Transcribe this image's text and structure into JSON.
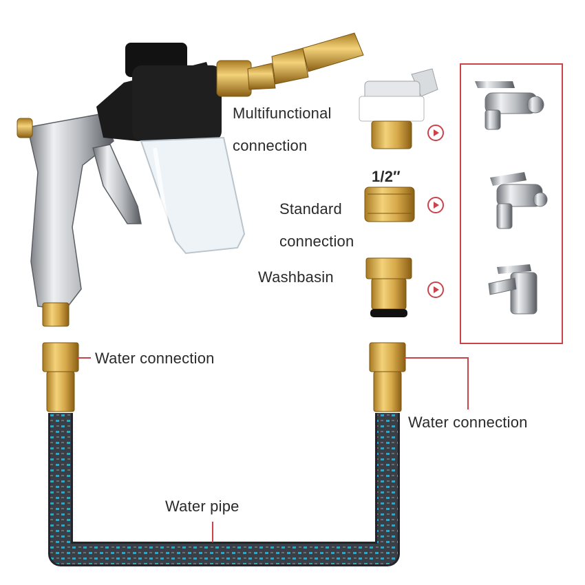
{
  "labels": {
    "multifunctional_1": "Multifunctional",
    "multifunctional_2": "connection",
    "size": "1/2″",
    "standard_1": "Standard",
    "standard_2": "connection",
    "washbasin": "Washbasin",
    "water_connection_left": "Water connection",
    "water_connection_right": "Water connection",
    "water_pipe": "Water pipe"
  },
  "colors": {
    "accent_red": "#c9434b",
    "brass": "#d6a84a",
    "hose_dark": "#3a3f45",
    "hose_blue": "#2aa7c9",
    "chrome": "#b9bcc0"
  },
  "icons": [
    "spray-gun-icon",
    "multifunctional-adapter-icon",
    "standard-adapter-icon",
    "washbasin-adapter-icon",
    "wall-tap-icon",
    "garden-tap-icon",
    "basin-mixer-icon",
    "brass-fitting-icon",
    "braided-hose-icon",
    "arrow-right-icon"
  ]
}
